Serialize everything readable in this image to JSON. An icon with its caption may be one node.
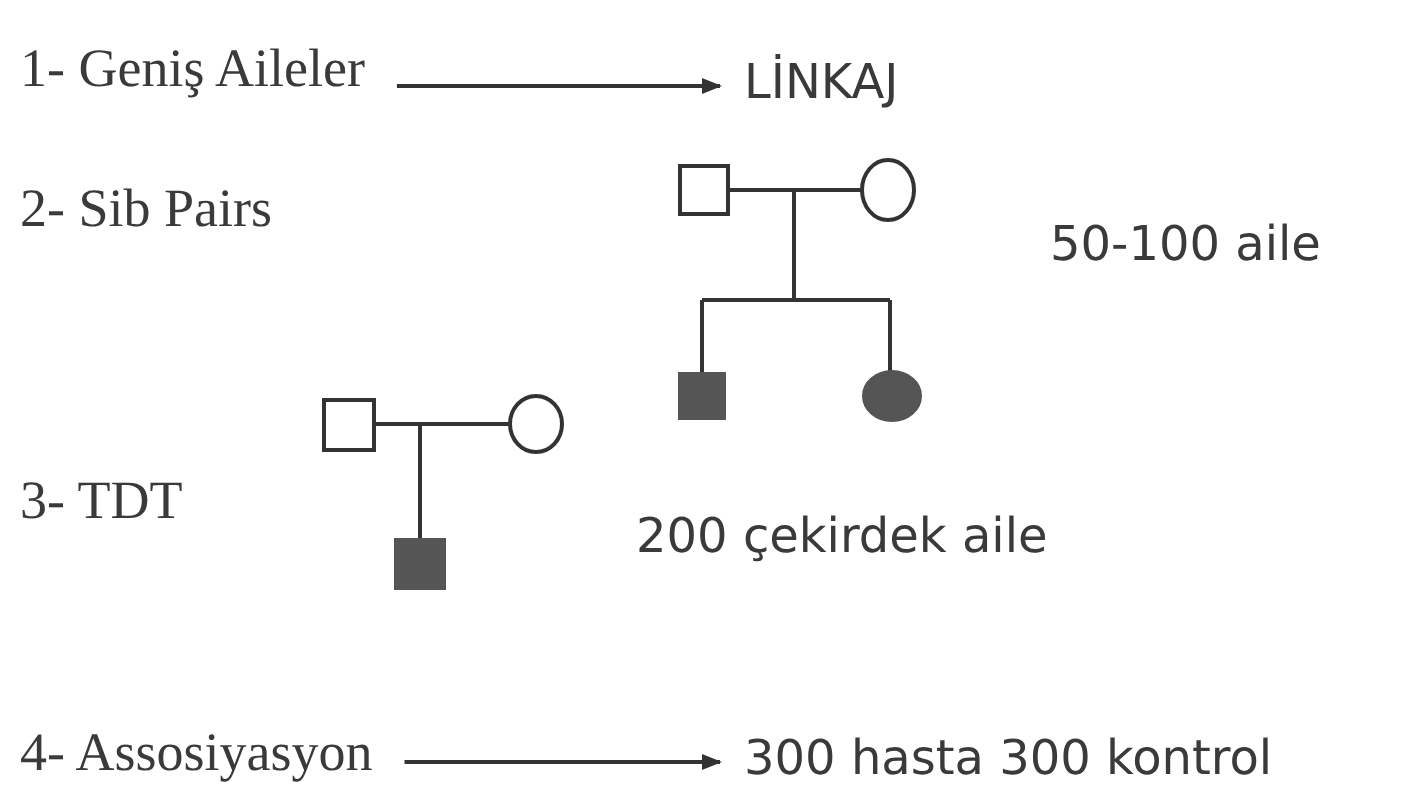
{
  "diagram": {
    "nodes": [
      {
        "text": [
          "1- Geniş Aileler"
        ]
      },
      {
        "text": [
          "LİNKAJ"
        ]
      },
      {
        "text": [
          "4- Assosiyasyon"
        ]
      },
      {
        "text": [
          "300 hasta 300 kontrol"
        ]
      }
    ],
    "edges": [
      {
        "from": 0,
        "to": 1,
        "arrow": "to"
      },
      {
        "from": 2,
        "to": 3,
        "arrow": "to"
      }
    ],
    "labels": [
      "2- Sib Pairs",
      "50-100 aile",
      "3- TDT",
      "200 çekirdek aile"
    ]
  }
}
